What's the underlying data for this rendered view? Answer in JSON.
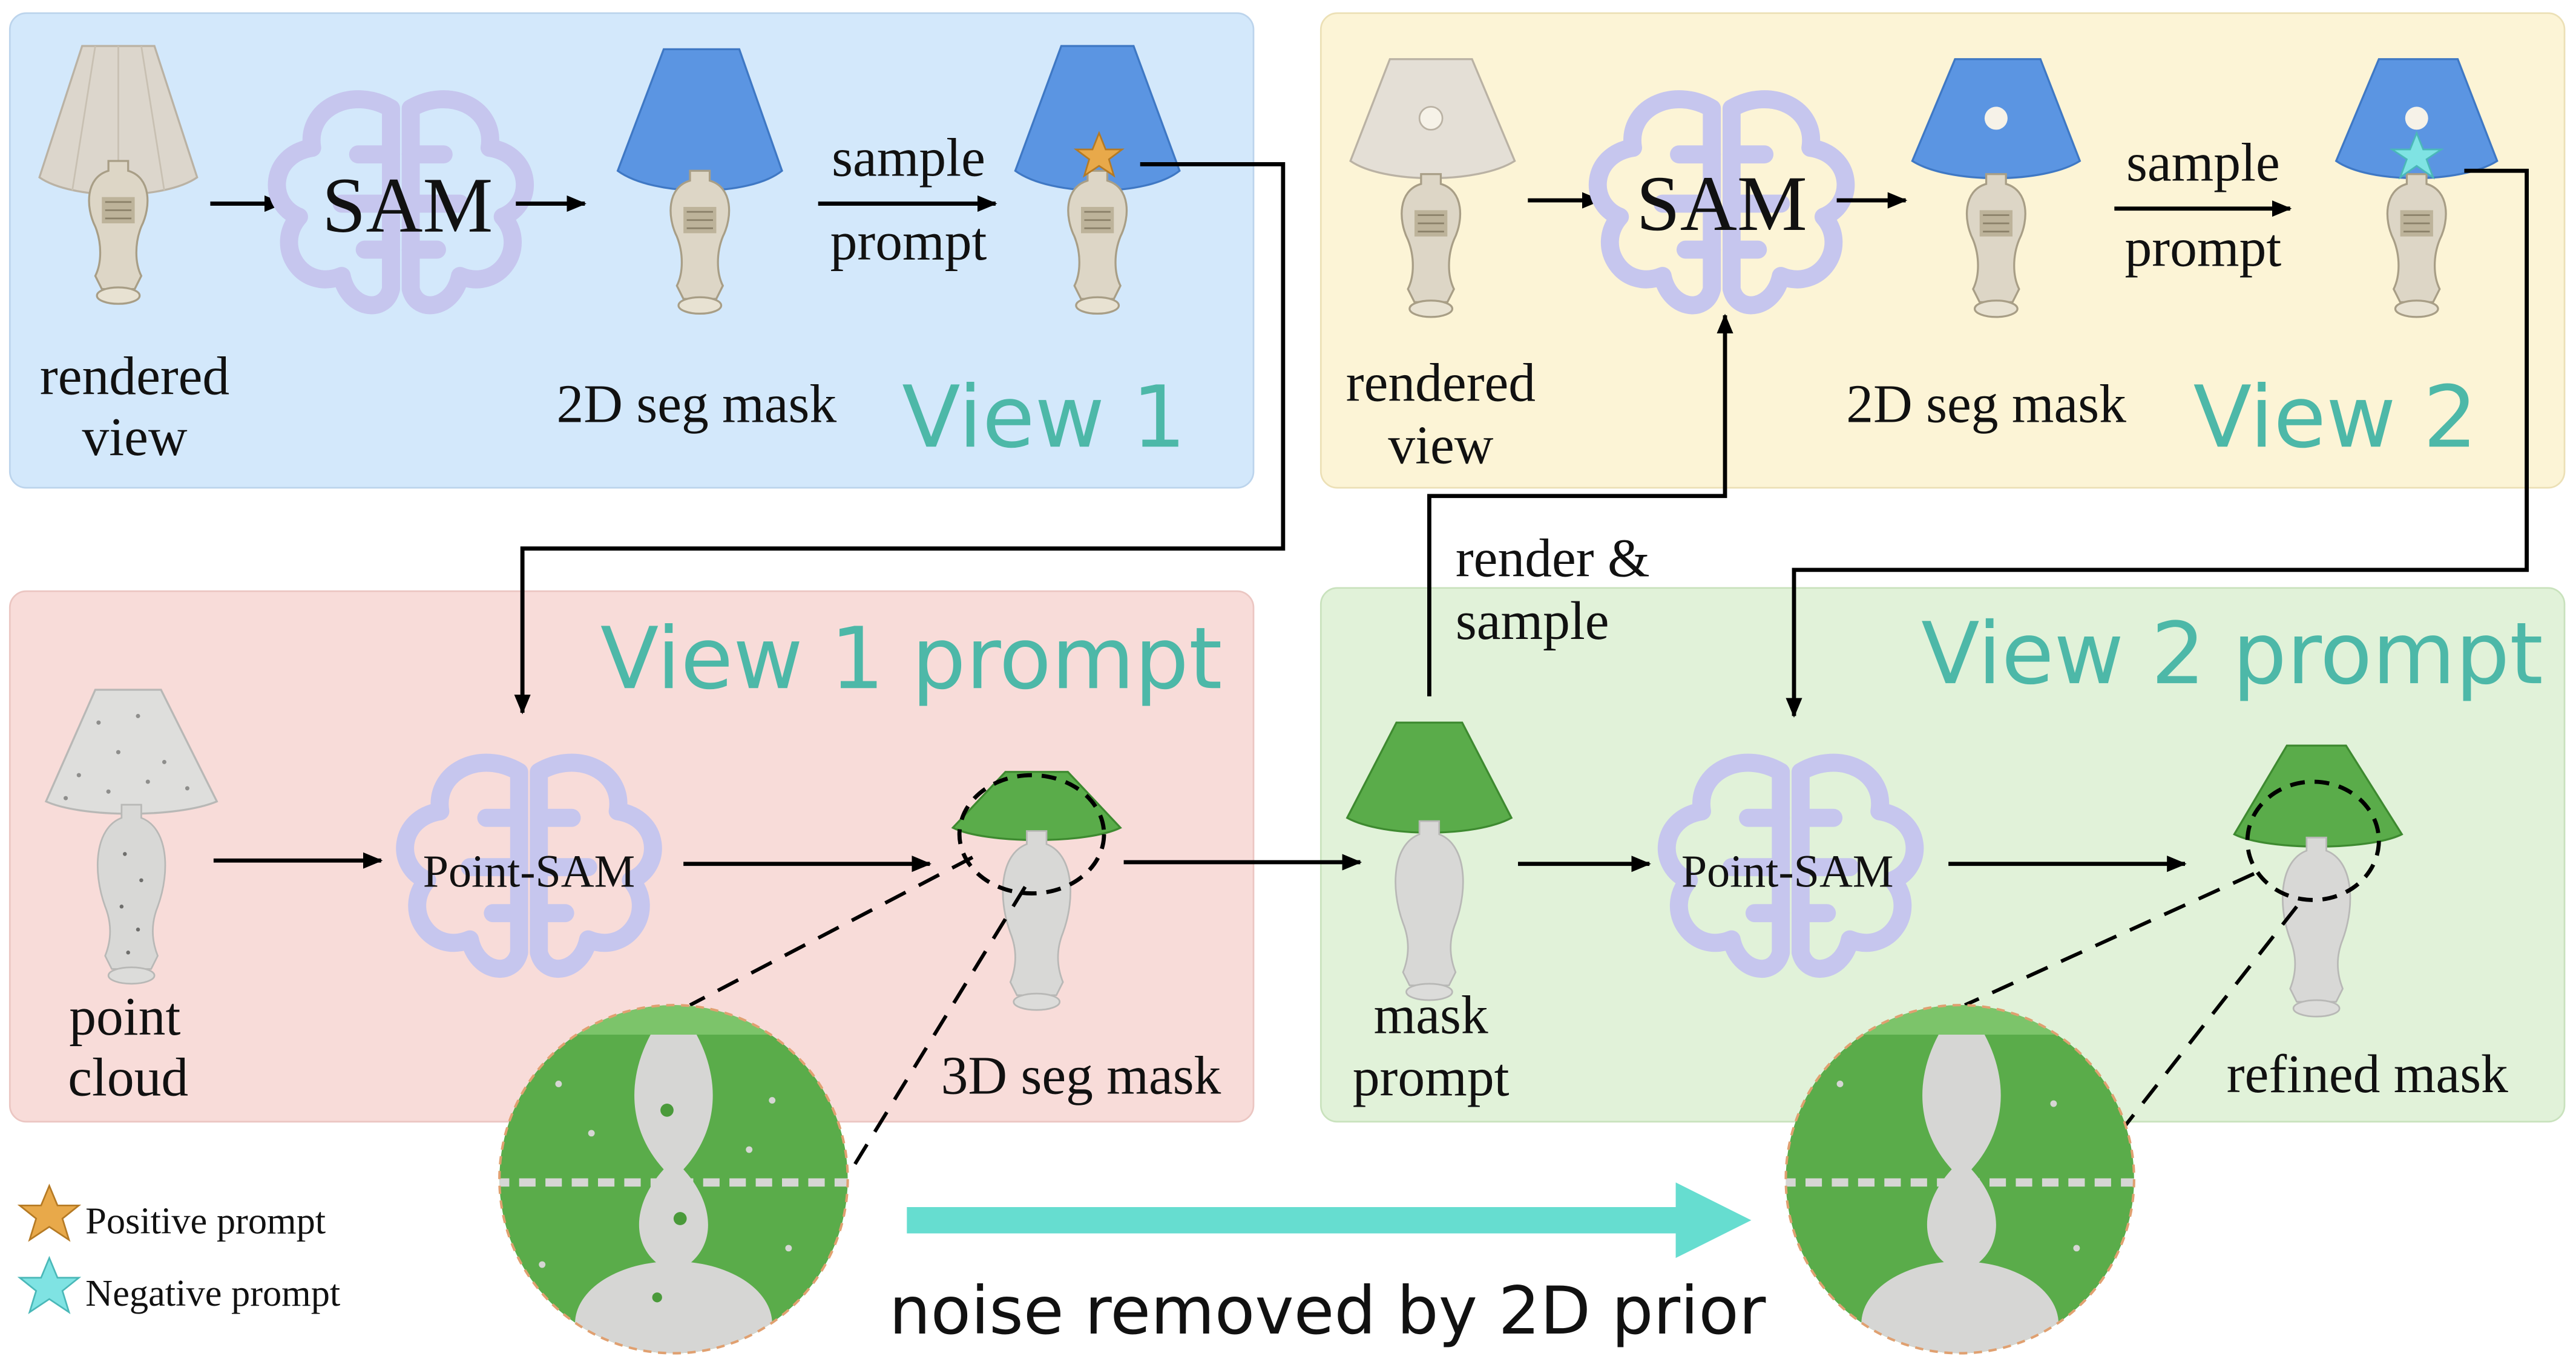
{
  "colors": {
    "panel_view1": "#d3e8fb",
    "panel_view2": "#fcf4d6",
    "panel_prompt1": "#f8dcd9",
    "panel_prompt2": "#e1f2d9",
    "title_teal": "#4db8a8",
    "mask_blue": "#5b95e2",
    "mask_green": "#5aac4a",
    "positive_star": "#e8a94a",
    "negative_star": "#7fe3e3",
    "big_arrow": "#66ddd0",
    "brain": "#c6c6ee"
  },
  "view1": {
    "title": "View 1",
    "rendered_label": [
      "rendered",
      "view"
    ],
    "model": "SAM",
    "mask_label": "2D seg mask",
    "sample_label": [
      "sample",
      "prompt"
    ]
  },
  "view2": {
    "title": "View 2",
    "rendered_label": [
      "rendered",
      "view"
    ],
    "model": "SAM",
    "mask_label": "2D seg mask",
    "sample_label": [
      "sample",
      "prompt"
    ]
  },
  "prompt1": {
    "title": "View 1 prompt",
    "input_label": [
      "point",
      "cloud"
    ],
    "model": "Point-SAM",
    "output_label": "3D seg mask"
  },
  "prompt2": {
    "title": "View 2 prompt",
    "input_label": [
      "mask",
      "prompt"
    ],
    "model": "Point-SAM",
    "output_label": "refined mask"
  },
  "render_sample_label": [
    "render &",
    "sample"
  ],
  "legend": {
    "positive": "Positive prompt",
    "negative": "Negative prompt"
  },
  "bottom_caption": "noise removed by 2D prior"
}
